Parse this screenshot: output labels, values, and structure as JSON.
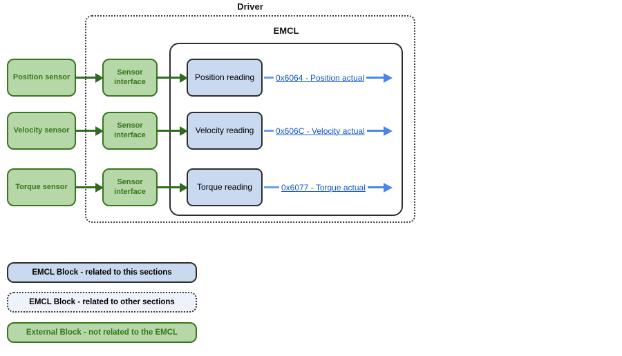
{
  "diagram": {
    "driver_label": "Driver",
    "emcl_label": "EMCL",
    "rows": [
      {
        "sensor": "Position sensor",
        "interface": "Sensor interface",
        "reading": "Position reading",
        "link": "0x6064 - Position actual"
      },
      {
        "sensor": "Velocity sensor",
        "interface": "Sensor interface",
        "reading": "Velocity reading",
        "link": "0x606C - Velocity actual"
      },
      {
        "sensor": "Torque sensor",
        "interface": "Sensor interface",
        "reading": "Torque reading",
        "link": "0x6077 - Torque actual"
      }
    ]
  },
  "legend": {
    "emcl_this": "EMCL Block - related to this sections",
    "emcl_other": "EMCL Block - related to other sections",
    "external": "External Block - not related to the EMCL"
  },
  "colors": {
    "external_fill": "#b6d7a8",
    "external_border": "#38761d",
    "emcl_block_fill": "#c9d9f0",
    "emcl_other_fill": "#eef2fb",
    "dark_border": "#2d2d2d",
    "link_blue": "#1155cc",
    "arrow_blue": "#4a86e8",
    "arrow_green": "#2e6b1f"
  }
}
